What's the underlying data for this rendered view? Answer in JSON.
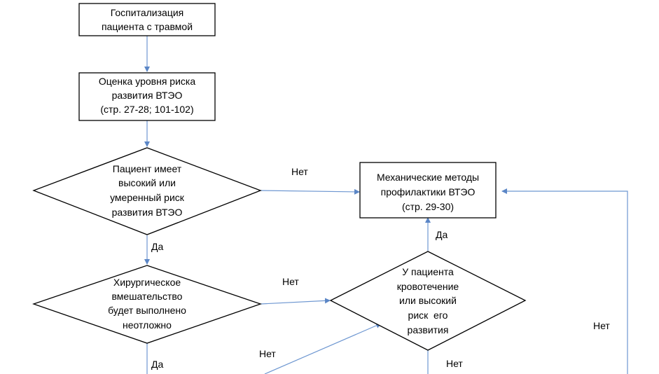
{
  "nodes": {
    "hospitalization": [
      "Госпитализация",
      "пациента с травмой"
    ],
    "risk_assessment": [
      "Оценка уровня риска",
      "развития ВТЭО",
      "(стр. 27-28; 101-102)"
    ],
    "high_risk_decision": [
      "Пациент имеет",
      "высокий или",
      "умеренный риск",
      "развития ВТЭО"
    ],
    "mechanical_methods": [
      "Механические методы",
      "профилактики ВТЭО",
      "(стр. 29-30)"
    ],
    "surgery_decision": [
      "Хирургическое",
      "вмешательство",
      "будет выполнено",
      "неотложно"
    ],
    "bleeding_decision": [
      "У пациента",
      "кровотечение",
      "или высокий",
      "риск  его",
      "развития"
    ]
  },
  "edge_labels": {
    "no_1": "Нет",
    "yes_1": "Да",
    "no_2": "Нет",
    "yes_2": "Да",
    "yes_3": "Да",
    "no_3": "Нет",
    "no_4": "Нет",
    "no_5": "Нет"
  },
  "colors": {
    "connector": "#6e97d1",
    "box_border": "#000000",
    "text": "#000000"
  }
}
